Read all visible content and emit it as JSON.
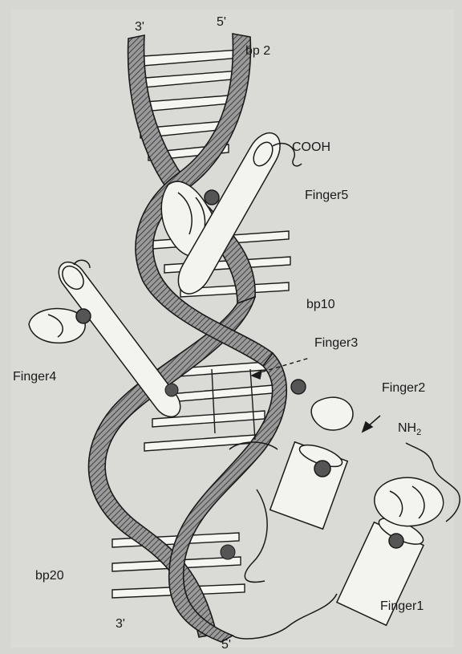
{
  "labels": {
    "three_prime_top": "3'",
    "five_prime_top": "5'",
    "bp2": "bp 2",
    "cooh": "COOH",
    "finger5": "Finger5",
    "bp10": "bp10",
    "finger3": "Finger3",
    "finger4": "Finger4",
    "finger2": "Finger2",
    "nh": "NH",
    "nh_sub": "2",
    "bp20": "bp20",
    "finger1": "Finger1",
    "three_prime_bottom": "3'",
    "five_prime_bottom": "5'"
  },
  "colors": {
    "page": "#d6d6d2",
    "ink": "#1a1a1a",
    "backbone_fill": "#7d7d7d",
    "helix_fill": "#f3f3ef",
    "zinc": "#555555"
  }
}
